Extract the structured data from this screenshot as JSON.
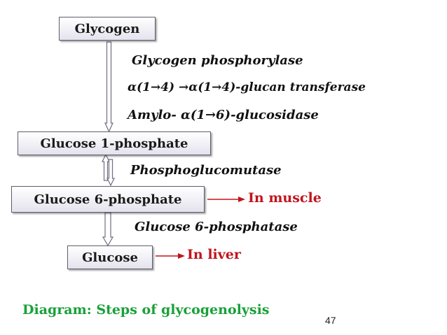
{
  "nodes": {
    "glycogen": "Glycogen",
    "glucose_1_phosphate": "Glucose 1-phosphate",
    "glucose_6_phosphate": "Glucose 6-phosphate",
    "glucose": "Glucose"
  },
  "enzymes": {
    "step1": [
      "Glycogen phosphorylase",
      "α(1→4) →α(1→4)-glucan transferase",
      "Amylo- α(1→6)-glucosidase"
    ],
    "step2": "Phosphoglucomutase",
    "step3": "Glucose 6-phosphatase"
  },
  "tissues": {
    "muscle": "In muscle",
    "liver": "In liver"
  },
  "caption": "Diagram: Steps of glycogenolysis",
  "page_number": "47",
  "colors": {
    "tissue_text": "#c0141c",
    "caption_text": "#19a039",
    "arrow_outline": "#6e6e80"
  }
}
